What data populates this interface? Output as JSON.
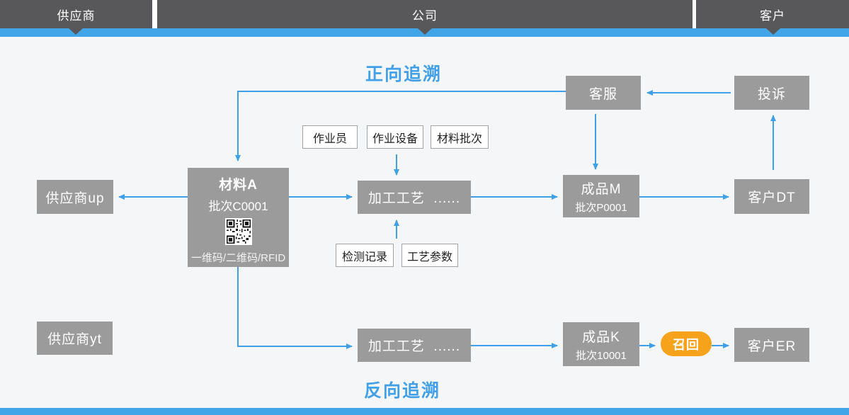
{
  "colors": {
    "accent_blue": "#41A5E8",
    "header_dark": "#58585A",
    "node_gray": "#9B9B9B",
    "recall_orange": "#F7A21B",
    "background": "#F5F6F7"
  },
  "header": {
    "segments": [
      {
        "label": "供应商"
      },
      {
        "label": "公司"
      },
      {
        "label": "客户"
      }
    ]
  },
  "titles": {
    "forward": "正向追溯",
    "backward": "反向追溯"
  },
  "nodes": {
    "customer_service": "客服",
    "complaint": "投诉",
    "supplier_up": "供应商up",
    "material_a": {
      "title": "材料A",
      "batch": "批次C0001",
      "code_label": "一维码/二维码/RFID"
    },
    "process_top": "加工工艺  ......",
    "product_m": {
      "title": "成品M",
      "batch": "批次P0001"
    },
    "customer_dt": "客户DT",
    "supplier_yt": "供应商yt",
    "process_bottom": "加工工艺  ......",
    "product_k": {
      "title": "成品K",
      "batch": "批次10001"
    },
    "recall": "召回",
    "customer_er": "客户ER"
  },
  "tags": {
    "operator": "作业员",
    "equipment": "作业设备",
    "material_batch": "材料批次",
    "inspection_record": "检测记录",
    "process_params": "工艺参数"
  }
}
